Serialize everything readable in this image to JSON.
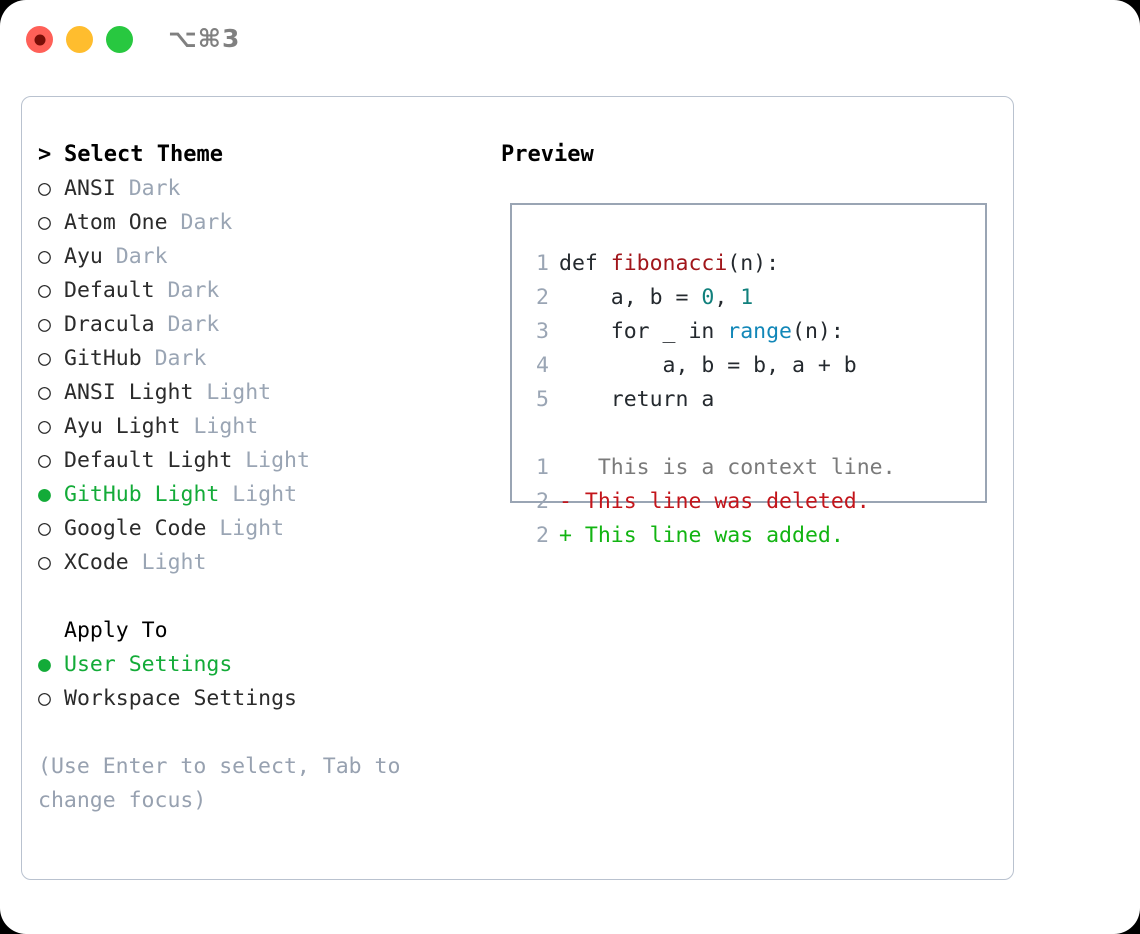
{
  "titlebar": {
    "shortcut": "⌥⌘3",
    "buttons": [
      {
        "name": "close",
        "color": "#ff6058"
      },
      {
        "name": "minimize",
        "color": "#ffbd2e"
      },
      {
        "name": "maximize",
        "color": "#28c840"
      }
    ]
  },
  "theme_list": {
    "prompt": ">",
    "heading": "Select Theme",
    "bullet_unselected": "○",
    "bullet_selected": "●",
    "items": [
      {
        "label": "ANSI",
        "variant": "Dark",
        "selected": false
      },
      {
        "label": "Atom One",
        "variant": "Dark",
        "selected": false
      },
      {
        "label": "Ayu",
        "variant": "Dark",
        "selected": false
      },
      {
        "label": "Default",
        "variant": "Dark",
        "selected": false
      },
      {
        "label": "Dracula",
        "variant": "Dark",
        "selected": false
      },
      {
        "label": "GitHub",
        "variant": "Dark",
        "selected": false
      },
      {
        "label": "ANSI Light",
        "variant": "Light",
        "selected": false
      },
      {
        "label": "Ayu Light",
        "variant": "Light",
        "selected": false
      },
      {
        "label": "Default Light",
        "variant": "Light",
        "selected": false
      },
      {
        "label": "GitHub Light",
        "variant": "Light",
        "selected": true
      },
      {
        "label": "Google Code",
        "variant": "Light",
        "selected": false
      },
      {
        "label": "XCode",
        "variant": "Light",
        "selected": false
      }
    ]
  },
  "apply_to": {
    "heading": "Apply To",
    "items": [
      {
        "label": "User Settings",
        "selected": true
      },
      {
        "label": "Workspace Settings",
        "selected": false
      }
    ]
  },
  "hint": "(Use Enter to select, Tab to change focus)",
  "preview": {
    "title": "Preview",
    "code_lines": [
      {
        "num": "1",
        "segments": [
          {
            "text": "def ",
            "style": "plain"
          },
          {
            "text": "fibonacci",
            "style": "fn"
          },
          {
            "text": "(n):",
            "style": "plain"
          }
        ]
      },
      {
        "num": "2",
        "segments": [
          {
            "text": "    a, b = ",
            "style": "plain"
          },
          {
            "text": "0",
            "style": "num"
          },
          {
            "text": ", ",
            "style": "plain"
          },
          {
            "text": "1",
            "style": "num"
          }
        ]
      },
      {
        "num": "3",
        "segments": [
          {
            "text": "    for _ in ",
            "style": "plain"
          },
          {
            "text": "range",
            "style": "builtin"
          },
          {
            "text": "(n):",
            "style": "plain"
          }
        ]
      },
      {
        "num": "4",
        "segments": [
          {
            "text": "        a, b = b, a + b",
            "style": "plain"
          }
        ]
      },
      {
        "num": "5",
        "segments": [
          {
            "text": "    return a",
            "style": "plain"
          }
        ]
      }
    ],
    "diff_lines": [
      {
        "num": "1",
        "marker": " ",
        "text": "  This is a context line.",
        "kind": "context"
      },
      {
        "num": "2",
        "marker": "-",
        "text": " This line was deleted.",
        "kind": "deleted"
      },
      {
        "num": "2",
        "marker": "+",
        "text": " This line was added.",
        "kind": "added"
      }
    ]
  },
  "colors": {
    "selected_green": "#13ab38",
    "muted_blue_gray": "#9aa5b4",
    "hint_gray": "#97a1b0",
    "diff_added": "#12b412",
    "diff_deleted": "#c3151b",
    "diff_context": "#7a7a7a",
    "token_function": "#a1161b",
    "token_number": "#11807c",
    "token_builtin": "#1287b8",
    "panel_border": "#b9c2cf",
    "code_border": "#9aa5b4"
  }
}
